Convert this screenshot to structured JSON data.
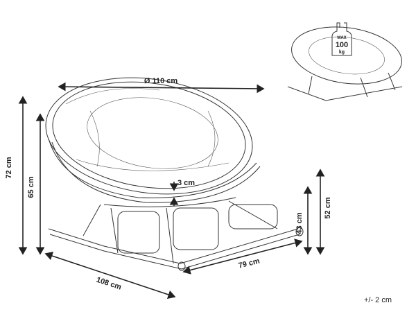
{
  "dimensions": {
    "diameter": "Ø 110 cm",
    "total_height": "72 cm",
    "seat_back_height": "65 cm",
    "cushion_thickness": "3 cm",
    "seat_height": "43 cm",
    "armrest_height": "52 cm",
    "depth": "79 cm",
    "length": "108 cm",
    "tolerance": "+/- 2 cm"
  },
  "weight_badge": {
    "line1": "MAX",
    "line2": "100",
    "line3": "kg"
  },
  "colors": {
    "line": "#333333",
    "background": "#ffffff"
  }
}
